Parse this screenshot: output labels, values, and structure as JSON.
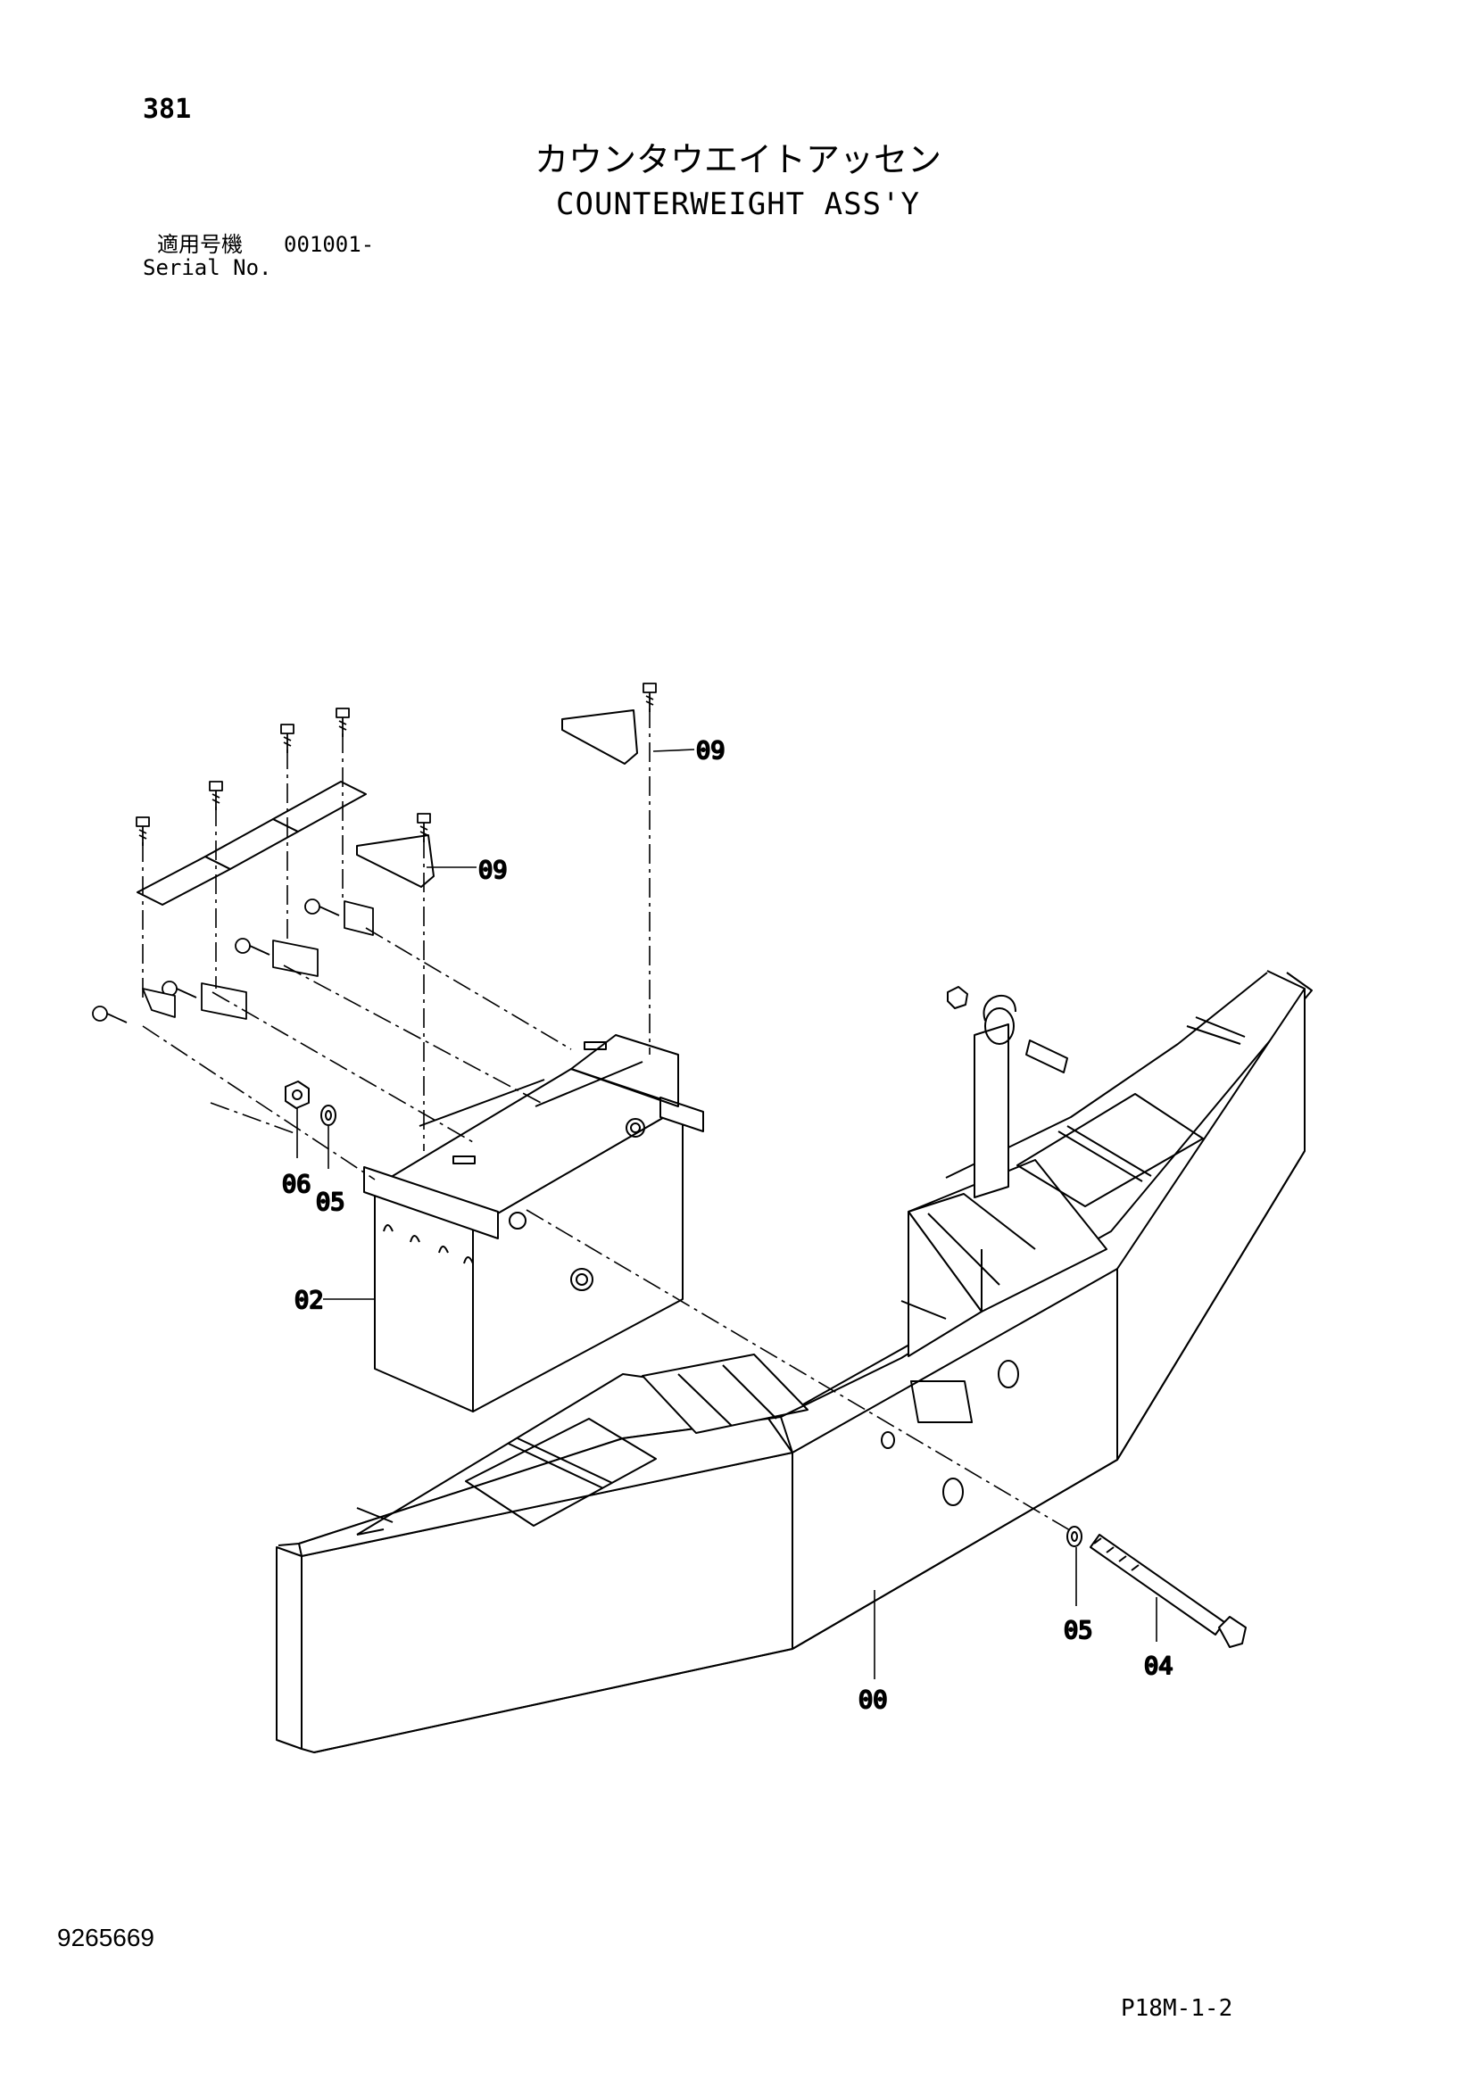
{
  "header": {
    "page_number": "381",
    "title_jp": "カウンタウエイトアッセン",
    "title_en": "COUNTERWEIGHT ASS'Y",
    "serial_label_jp": "適用号機",
    "serial_value": "001001-",
    "serial_label_en": "Serial No."
  },
  "callouts": {
    "part_00": "00",
    "part_02": "02",
    "part_04": "04",
    "part_05_upper": "05",
    "part_05_lower": "05",
    "part_06": "06",
    "part_09_upper": "09",
    "part_09_lower": "09"
  },
  "footer": {
    "doc_number": "9265669",
    "page_code": "P18M-1-2"
  }
}
